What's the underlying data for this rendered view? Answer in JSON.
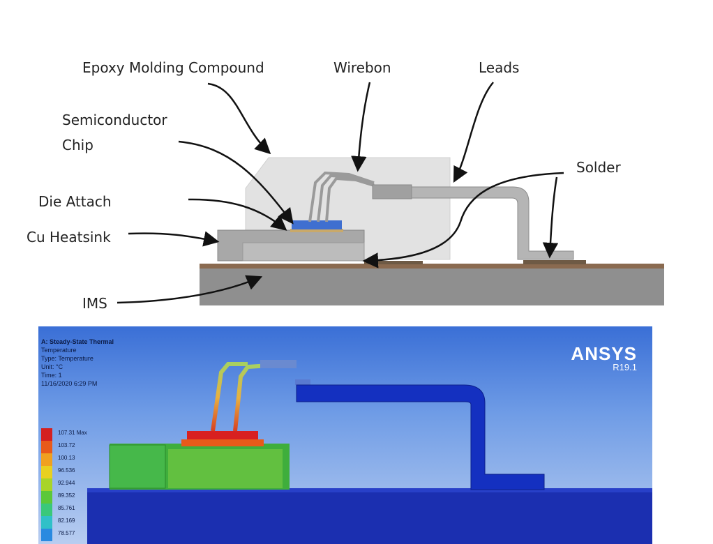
{
  "labels": {
    "epoxy": "Epoxy Molding Compound",
    "wirebond": "Wirebon",
    "leads": "Leads",
    "chip_line1": "Semiconductor",
    "chip_line2": "Chip",
    "solder": "Solder",
    "die_attach": "Die Attach",
    "heatsink": "Cu Heatsink",
    "ims": "IMS"
  },
  "simulation": {
    "title": "A: Steady-State Thermal",
    "type_line1": "Temperature",
    "type_line2": "Type: Temperature",
    "unit": "Unit: °C",
    "time": "Time: 1",
    "date": "11/16/2020 6:29 PM",
    "brand": "ANSYS",
    "version": "R19.1",
    "legend": [
      {
        "label": "107.31 Max",
        "color": "#d42020"
      },
      {
        "label": "103.72",
        "color": "#e85a1a"
      },
      {
        "label": "100.13",
        "color": "#f0a020"
      },
      {
        "label": "96.536",
        "color": "#e8d020"
      },
      {
        "label": "92.944",
        "color": "#a8d428"
      },
      {
        "label": "89.352",
        "color": "#5cc83a"
      },
      {
        "label": "85.761",
        "color": "#3ac87a"
      },
      {
        "label": "82.169",
        "color": "#30c0c8"
      },
      {
        "label": "78.577",
        "color": "#2a8ae0"
      }
    ]
  }
}
